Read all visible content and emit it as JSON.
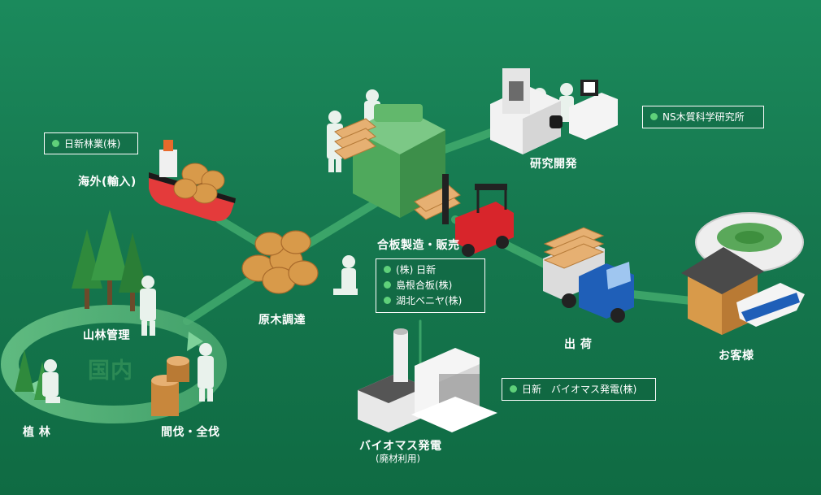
{
  "colors": {
    "background": "#168057",
    "ring": "#5cb878",
    "connector": "#3fa86c",
    "marker_dot": "#5fd07a",
    "worker": "#e9f2ec",
    "tree": "#2f8a3c",
    "wood": "#d89a4a",
    "press_machine": "#5fb86a",
    "forklift": "#d8252b",
    "truck_cab": "#1f5fb8",
    "ship_hull": "#e43b3b"
  },
  "labels": {
    "overseas_import": "海外(輸入)",
    "forest_management": "山林管理",
    "domestic": "国内",
    "planting": "植 林",
    "thinning_felling": "間伐・全伐",
    "log_procurement": "原木調達",
    "plywood_manufacturing_sales": "合板製造・販売",
    "research_development": "研究開発",
    "shipping": "出 荷",
    "customers": "お客様",
    "biomass_power": "バイオマス発電",
    "biomass_power_sub": "(廃材利用)"
  },
  "tags": {
    "forestry": [
      "日新林業(株)"
    ],
    "research_lab": [
      "NS木質科学研究所"
    ],
    "plywood_companies": [
      "(株) 日新",
      "島根合板(株)",
      "湖北ベニヤ(株)"
    ],
    "biomass_company": [
      "日新　バイオマス発電(株)"
    ]
  },
  "icons": {
    "ship": "cargo-ship-icon",
    "forest": "forest-trees-icon",
    "logs": "log-pile-icon",
    "factory": "plywood-press-icon",
    "forklift": "forklift-icon",
    "lab": "laboratory-icon",
    "truck": "delivery-truck-icon",
    "customers": "house-stadium-boat-icon",
    "plant": "biomass-plant-icon"
  }
}
